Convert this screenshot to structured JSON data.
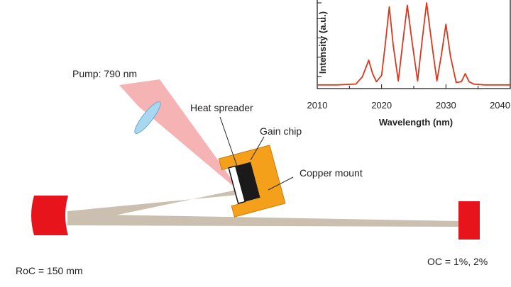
{
  "labels": {
    "pump": "Pump: 790 nm",
    "heat_spreader": "Heat spreader",
    "gain_chip": "Gain chip",
    "copper_mount": "Copper mount",
    "roc": "RoC = 150 mm",
    "oc": "OC = 1%, 2%"
  },
  "colors": {
    "mirror": "#e8141c",
    "copper": "#f4a01a",
    "beam": "#cbbfb0",
    "pump": "#f4a6a6",
    "lens": "#a8d8f0",
    "spectrum": "#d9381e"
  },
  "chart_data": {
    "type": "line",
    "xlabel": "Wavelength (nm)",
    "ylabel": "Intensity (a.u.)",
    "xlim": [
      2010,
      2040
    ],
    "x_ticks": [
      "2010",
      "2020",
      "2030",
      "2040"
    ],
    "x": [
      2010,
      2013,
      2016,
      2017,
      2018,
      2018.6,
      2019.2,
      2020,
      2020.6,
      2021.2,
      2021.8,
      2022.6,
      2023.3,
      2024,
      2024.7,
      2025.6,
      2026.3,
      2027,
      2027.7,
      2028.6,
      2029.3,
      2030,
      2030.7,
      2031.6,
      2032.4,
      2033,
      2033.6,
      2034.3,
      2036,
      2040
    ],
    "y": [
      0.02,
      0.02,
      0.03,
      0.12,
      0.33,
      0.16,
      0.06,
      0.14,
      0.55,
      1.0,
      0.52,
      0.07,
      0.56,
      1.02,
      0.58,
      0.07,
      0.58,
      1.05,
      0.6,
      0.07,
      0.4,
      0.78,
      0.38,
      0.05,
      0.06,
      0.16,
      0.06,
      0.03,
      0.02,
      0.02
    ],
    "grid": false
  }
}
